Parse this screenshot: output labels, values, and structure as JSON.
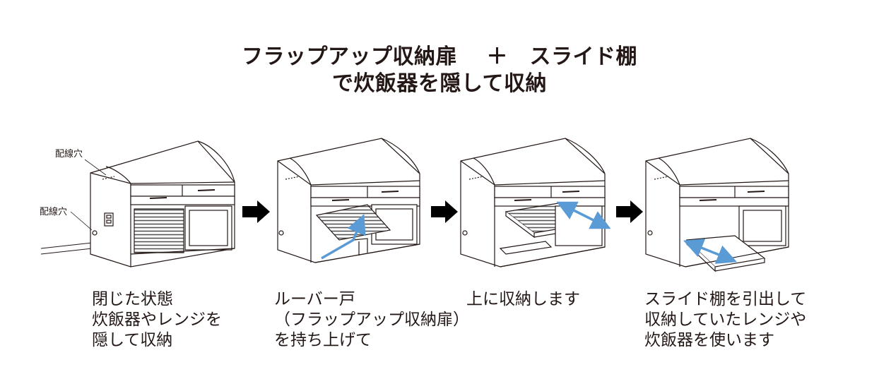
{
  "title": {
    "line1": "フラップアップ収納扉　 ＋　スライド棚",
    "line2": "で炊飯器を隠して収納"
  },
  "labels": {
    "wiring_hole_top": "配線穴",
    "wiring_hole_side": "配線穴"
  },
  "steps": [
    {
      "lines": [
        "閉じた状態",
        "炊飯器やレンジを",
        "隠して収納"
      ]
    },
    {
      "lines": [
        "ルーバー戸",
        "（フラップアップ収納扉）",
        "を持ち上げて"
      ]
    },
    {
      "lines": [
        "上に収納します"
      ]
    },
    {
      "lines": [
        "スライド棚を引出して",
        "収納していたレンジや",
        "炊飯器を使います"
      ]
    }
  ],
  "colors": {
    "line": "#231815",
    "arrow_fill": "#000000",
    "motion_arrow": "#5a9bd5",
    "louver": "#555555"
  },
  "icons": [
    "right-arrow-icon",
    "right-arrow-icon",
    "right-arrow-icon"
  ]
}
